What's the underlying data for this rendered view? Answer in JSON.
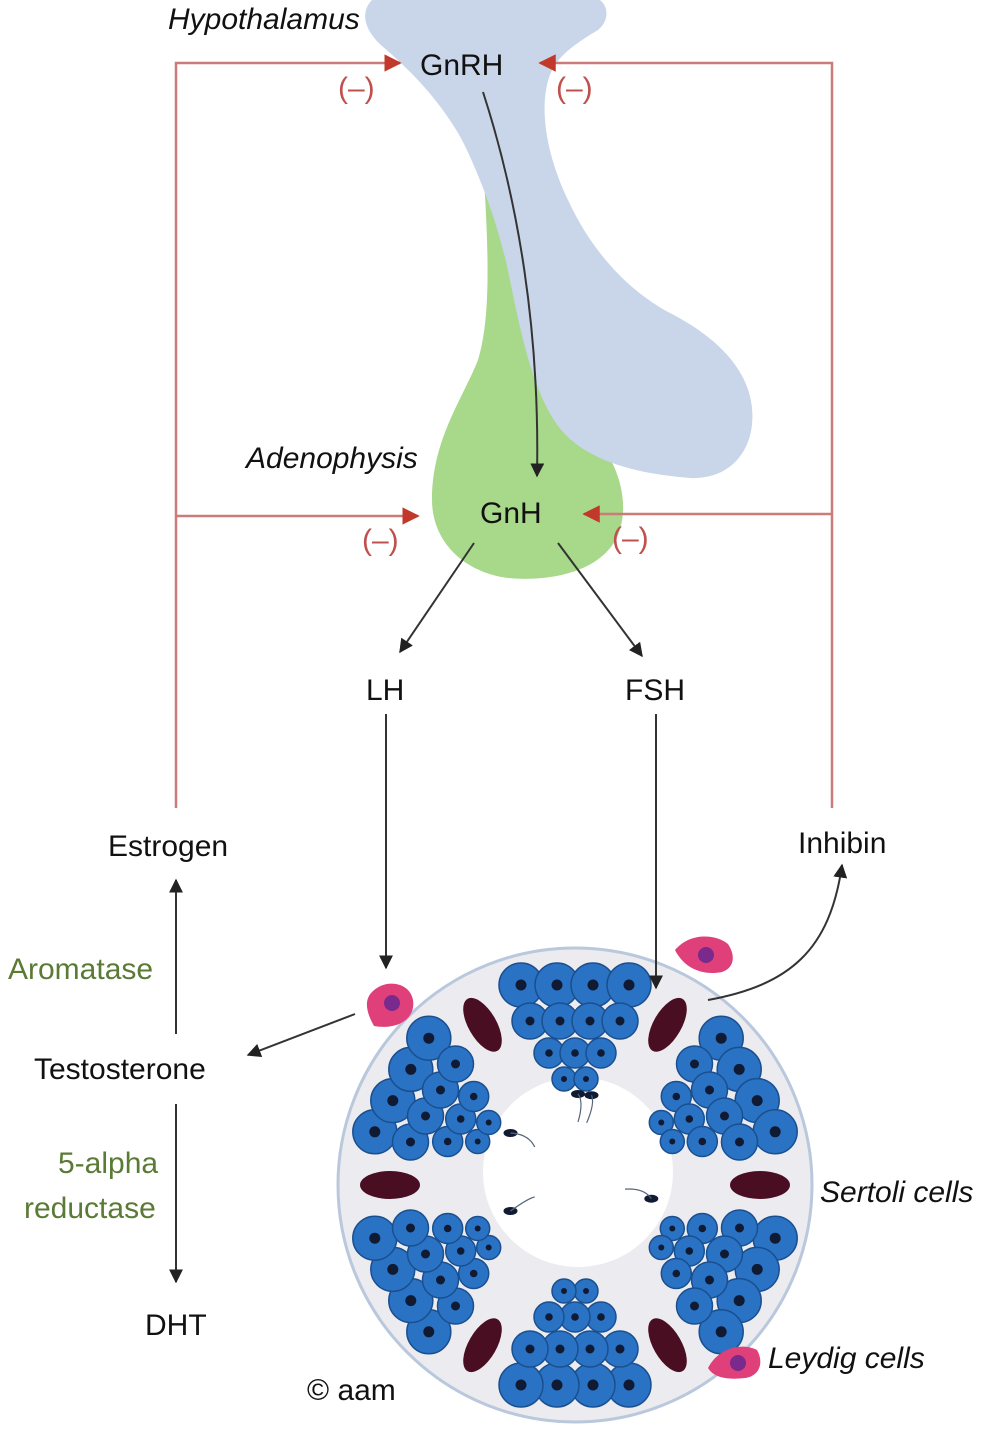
{
  "labels": {
    "hypothalamus": "Hypothalamus",
    "gnrh": "GnRH",
    "adenophysis": "Adenophysis",
    "gnh": "GnH",
    "lh": "LH",
    "fsh": "FSH",
    "estrogen": "Estrogen",
    "inhibin": "Inhibin",
    "aromatase": "Aromatase",
    "testosterone": "Testosterone",
    "five_alpha": "5-alpha",
    "reductase": "reductase",
    "dht": "DHT",
    "sertoli_cells": "Sertoli cells",
    "leydig_cells": "Leydig cells",
    "copyright": "© aam",
    "neg_gnrh_left": "(–)",
    "neg_gnrh_right": "(–)",
    "neg_gnh_left": "(–)",
    "neg_gnh_right": "(–)"
  },
  "colors": {
    "hypothalamus_fill": "#c9d6ea",
    "adenophysis_fill": "#a8d88a",
    "feedback_line": "#cd7b78",
    "arrow": "#333333",
    "enzyme_text": "#5a7a35",
    "negative_sign": "#c0504d",
    "germ_cell": "#2a73c4",
    "germ_cell_nucleus": "#111a33",
    "sertoli_cell": "#4a0e22",
    "leydig_cell": "#e0407a",
    "leydig_nucleus": "#7a2a8c",
    "tubule_fill": "#ecebef",
    "tubule_border": "#b9c8dc"
  }
}
